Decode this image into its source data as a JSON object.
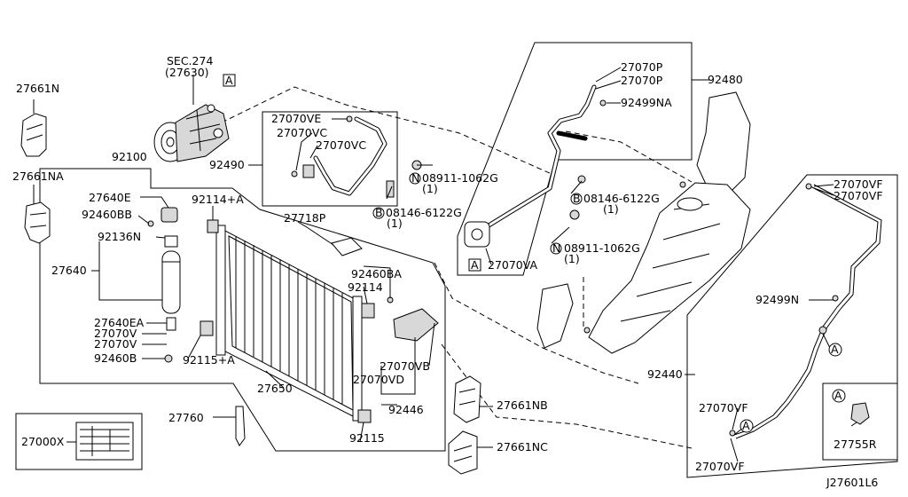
{
  "labels": {
    "sec": "SEC.274",
    "sec_num": "(27630)",
    "ref_a_top": "A",
    "ref_a_box": "A",
    "ref_a_legend": "A",
    "p27661n": "27661N",
    "p27661na": "27661NA",
    "p92100": "92100",
    "p27640e": "27640E",
    "p92460bb": "92460BB",
    "p92136n": "92136N",
    "p27640": "27640",
    "p27640ea": "27640EA",
    "p27070v_1": "27070V",
    "p27070v_2": "27070V",
    "p92460b": "92460B",
    "p92114a": "92114+A",
    "p92115a": "92115+A",
    "p27718p": "27718P",
    "p92460ba": "92460BA",
    "p92114": "92114",
    "p27650": "27650",
    "p27070vb": "27070VB",
    "p27070vd": "27070VD",
    "p92446": "92446",
    "p27760": "27760",
    "p92115": "92115",
    "p27000x": "27000X",
    "p27661nb": "27661NB",
    "p27661nc": "27661NC",
    "p27070ve": "27070VE",
    "p27070vc_1": "27070VC",
    "p27070vc_2": "27070VC",
    "p92490": "92490",
    "p08911_top": "08911-1062G",
    "p08911_top_qty": "(1)",
    "p08146_top": "08146-6122G",
    "p08146_top_qty": "(1)",
    "p27070p_1": "27070P",
    "p27070p_2": "27070P",
    "p92480": "92480",
    "p92499na": "92499NA",
    "p08146_right": "08146-6122G",
    "p08146_right_qty": "(1)",
    "p08911_right": "08911-1062G",
    "p08911_right_qty": "(1)",
    "p27070va": "27070VA",
    "p27070vf_1": "27070VF",
    "p27070vf_2": "27070VF",
    "p92499n": "92499N",
    "p92440": "92440",
    "p27070vf_3": "27070VF",
    "p27070vf_4": "27070VF",
    "p27755r": "27755R",
    "n_mark": "N",
    "b_mark": "B",
    "diagram_id": "J27601L6"
  }
}
